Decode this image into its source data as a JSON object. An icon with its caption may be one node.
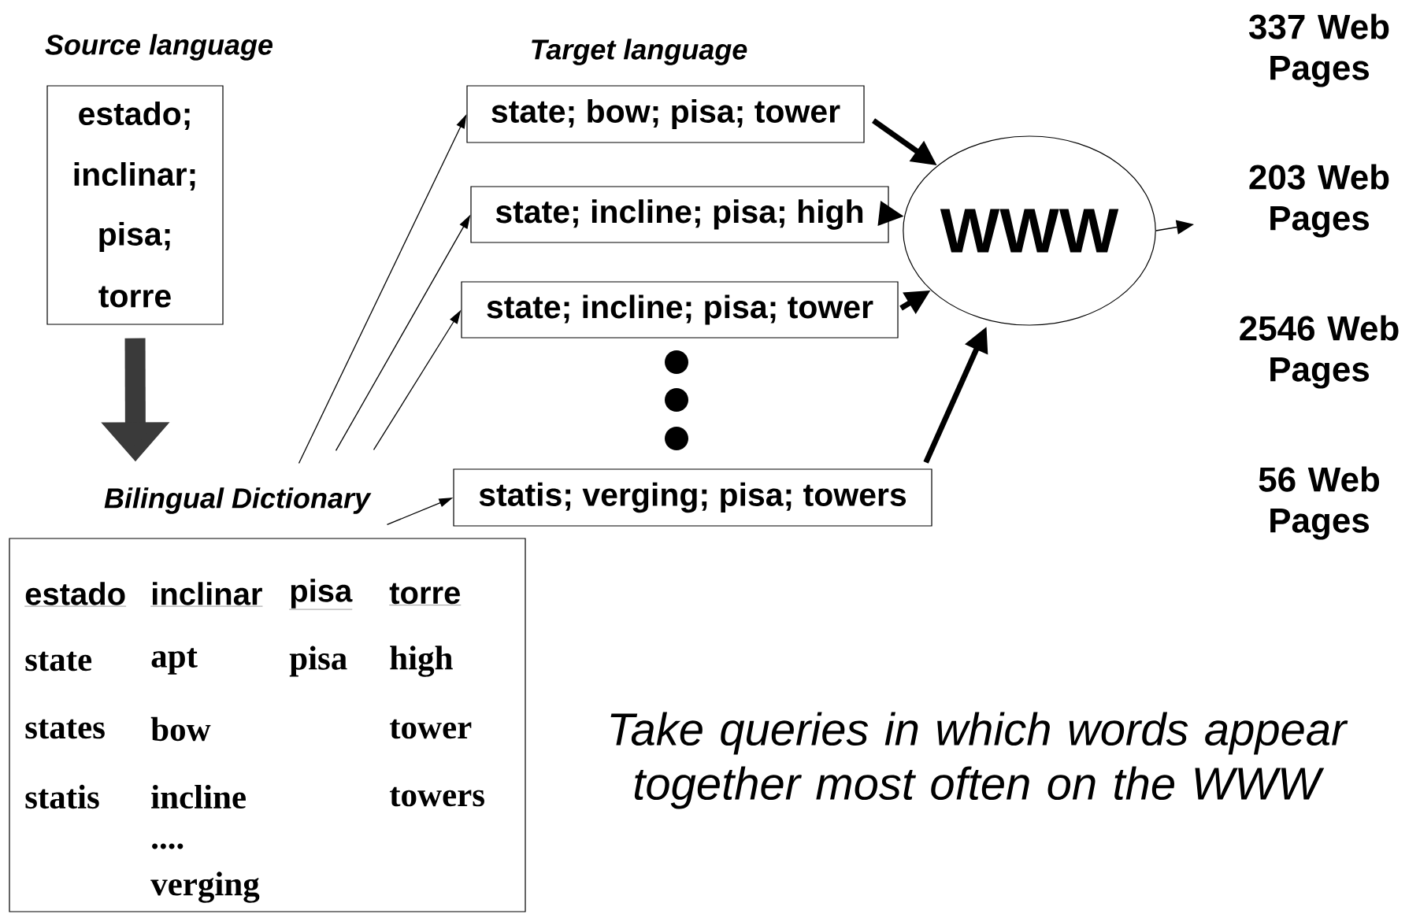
{
  "diagram": {
    "nodes": [
      {
        "text": [
          "Source language",
          "estado;",
          "inclinar;",
          "pisa;",
          "torre"
        ]
      },
      {
        "text": [
          "Bilingual Dictionary",
          "estado",
          "inclinar",
          "pisa",
          "torre",
          "state",
          "apt",
          "pisa",
          "high",
          "states",
          "bow",
          "tower",
          "statis",
          "incline",
          "towers",
          "....",
          "verging"
        ]
      },
      {
        "text": [
          "state; bow; pisa; tower"
        ]
      },
      {
        "text": [
          "state; incline; pisa; high"
        ]
      },
      {
        "text": [
          "state; incline; pisa; tower"
        ]
      },
      {
        "text": [
          "statis; verging; pisa; towers"
        ]
      },
      {
        "text": [
          "WWW"
        ]
      }
    ],
    "edges": [
      {
        "from": 0,
        "to": 1,
        "arrow": "to",
        "style": "thick",
        "color": "#3a3a3a"
      },
      {
        "from": 1,
        "to": 2,
        "arrow": "to"
      },
      {
        "from": 1,
        "to": 3,
        "arrow": "to"
      },
      {
        "from": 1,
        "to": 4,
        "arrow": "to"
      },
      {
        "from": 1,
        "to": 5,
        "arrow": "to"
      },
      {
        "from": 2,
        "to": 6,
        "arrow": "to",
        "style": "thick"
      },
      {
        "from": 3,
        "to": 6,
        "arrow": "to",
        "style": "thick"
      },
      {
        "from": 4,
        "to": 6,
        "arrow": "to",
        "style": "thick"
      },
      {
        "from": 5,
        "to": 6,
        "arrow": "to",
        "style": "thick"
      },
      {
        "from": 6,
        "to": null,
        "arrow": "to"
      }
    ],
    "labels": [
      "Target language",
      "337 Web Pages",
      "203 Web Pages",
      "2546 Web Pages",
      "56 Web Pages"
    ],
    "caption": "Take queries in which words appear together most often on the WWW"
  }
}
